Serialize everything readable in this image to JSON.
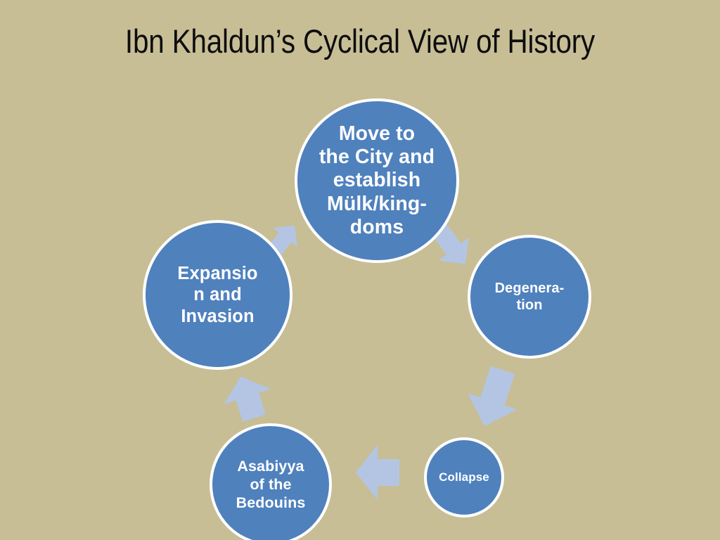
{
  "slide": {
    "title": "Ibn Khaldun’s Cyclical View of History",
    "background_color": "#C7BE96"
  },
  "theme": {
    "node_fill": "#4F81BD",
    "node_outline": "#FFFFFF",
    "node_text_color": "#FFFFFF",
    "arrow_color": "#B4C5E4",
    "title_color": "#0D0D0D"
  },
  "diagram": {
    "type": "cycle",
    "direction": "clockwise",
    "nodes": [
      {
        "id": "city",
        "label": "Move to\nthe City and\nestablish\nMülk/king-\ndoms",
        "position": "top",
        "order": 1
      },
      {
        "id": "degeneration",
        "label": "Degenera-\ntion",
        "position": "right",
        "order": 2
      },
      {
        "id": "collapse",
        "label": "Collapse",
        "position": "bottom-right",
        "order": 3
      },
      {
        "id": "asabiyya",
        "label": "Asabiyya\nof the\nBedouins",
        "position": "bottom-left",
        "order": 4
      },
      {
        "id": "expansion",
        "label": "Expansio\nn and\nInvasion",
        "position": "left",
        "order": 5
      }
    ],
    "arrows": [
      {
        "id": "city-to-degeneration",
        "from": "city",
        "to": "degeneration"
      },
      {
        "id": "degeneration-to-collapse",
        "from": "degeneration",
        "to": "collapse"
      },
      {
        "id": "collapse-to-asabiyya",
        "from": "collapse",
        "to": "asabiyya"
      },
      {
        "id": "asabiyya-to-expansion",
        "from": "asabiyya",
        "to": "expansion"
      },
      {
        "id": "expansion-to-city",
        "from": "expansion",
        "to": "city"
      }
    ]
  }
}
